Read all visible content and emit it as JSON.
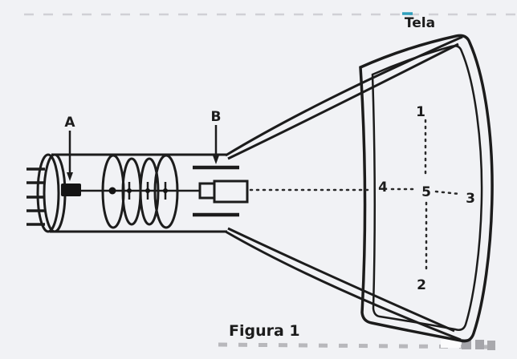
{
  "figure": {
    "screen_label": "Tela",
    "caption": "Figura 1",
    "cathode_label": "A",
    "plates_label": "B",
    "screen_points": {
      "top": "1",
      "bottom": "2",
      "right": "3",
      "left": "4",
      "center": "5"
    }
  },
  "colors": {
    "background": "#f1f2f5",
    "line": "#1c1c1c",
    "top_dash": "#d0d0d5",
    "teal_dash": "#2f9fbc",
    "bottom_dash": "#b8b8bc",
    "bottom_dash_dark": "#a5a5aa"
  }
}
